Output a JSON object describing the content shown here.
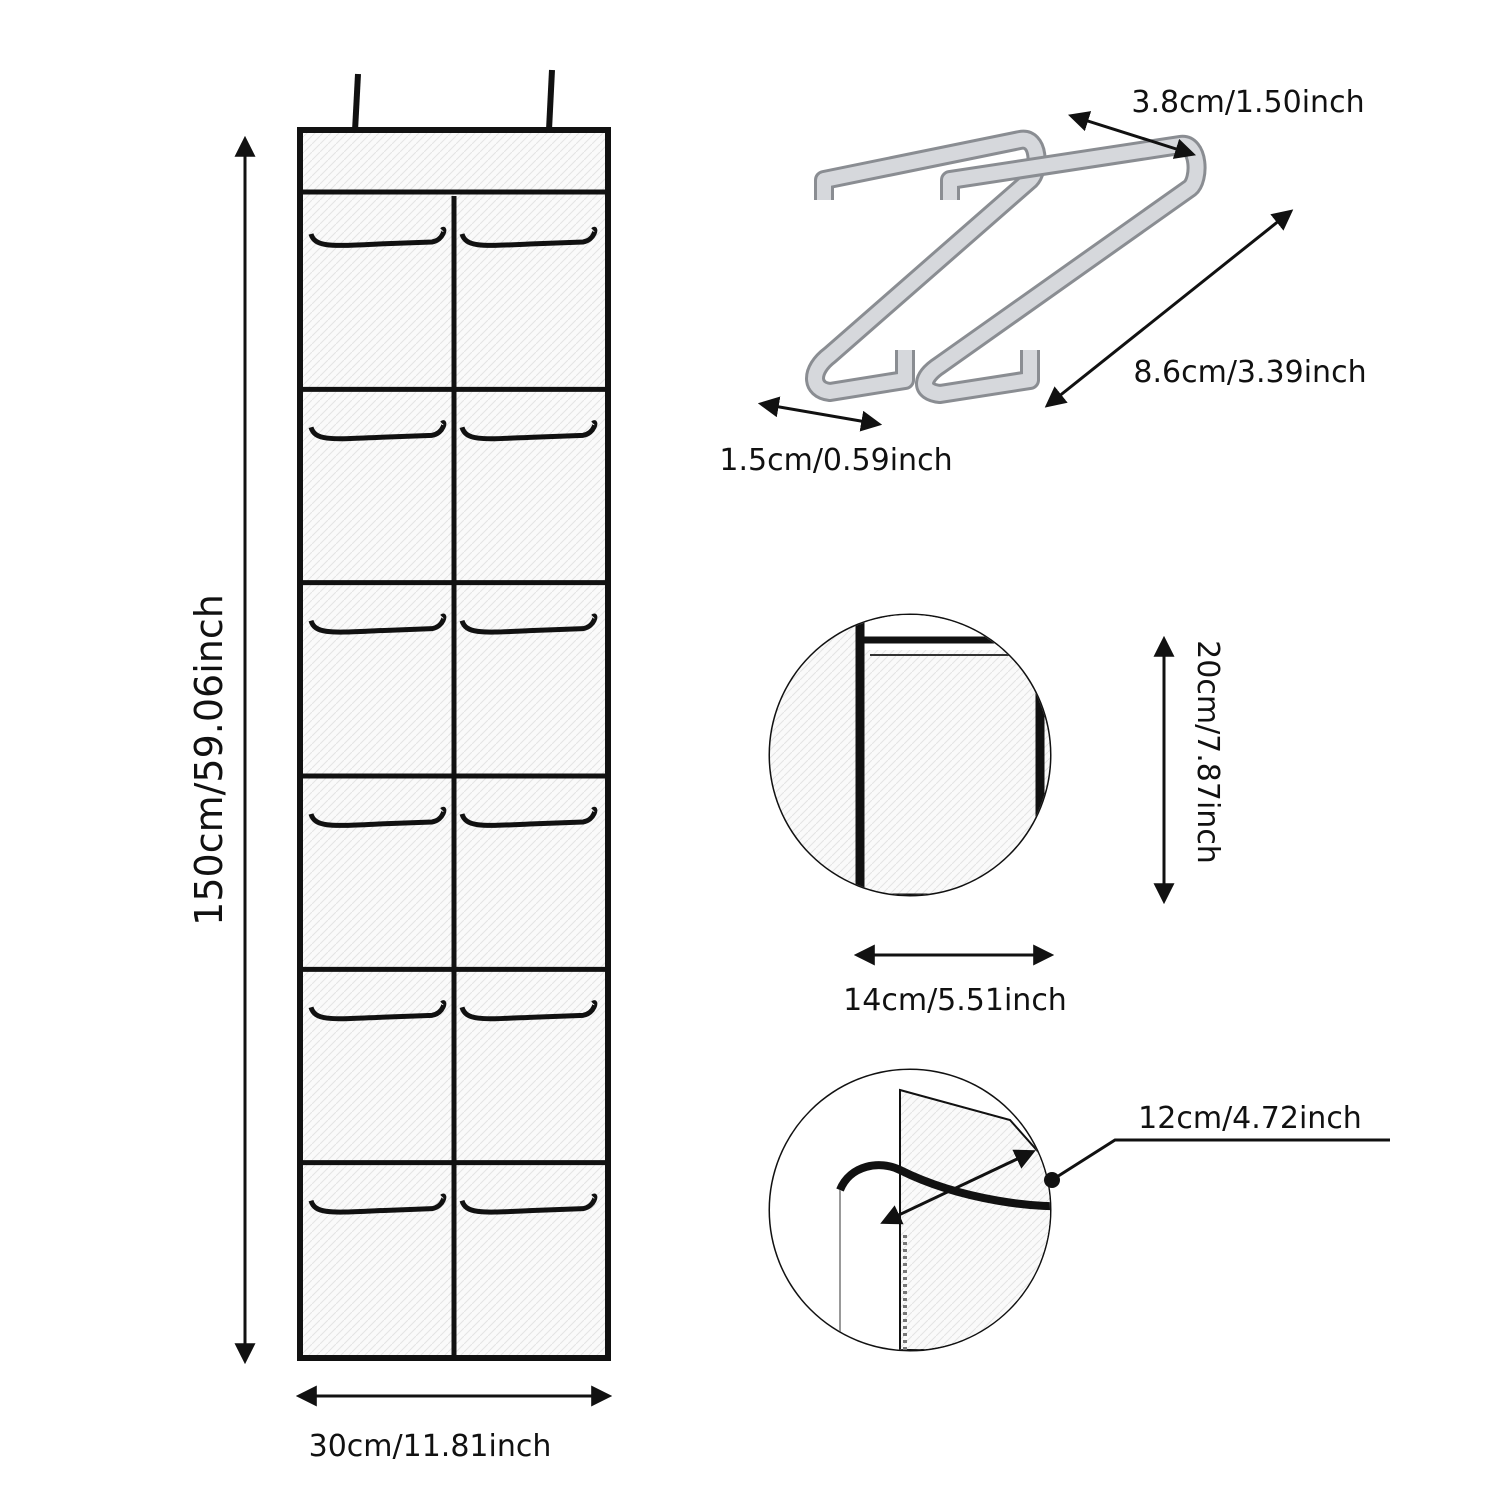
{
  "product": {
    "pockets": {
      "columns": 2,
      "rows": 6
    }
  },
  "dimensions": {
    "overall_height": "150cm/59.06inch",
    "overall_width": "30cm/11.81inch",
    "hook_width": "3.8cm/1.50inch",
    "hook_length": "8.6cm/3.39inch",
    "hook_thickness": "1.5cm/0.59inch",
    "pocket_height": "20cm/7.87inch",
    "pocket_width": "14cm/5.51inch",
    "pocket_depth": "12cm/4.72inch"
  },
  "colors": {
    "trim": "#111111",
    "mesh": "#f4f4f4",
    "hook": "#d6d8dc",
    "hook_outline": "#8a8d92"
  }
}
